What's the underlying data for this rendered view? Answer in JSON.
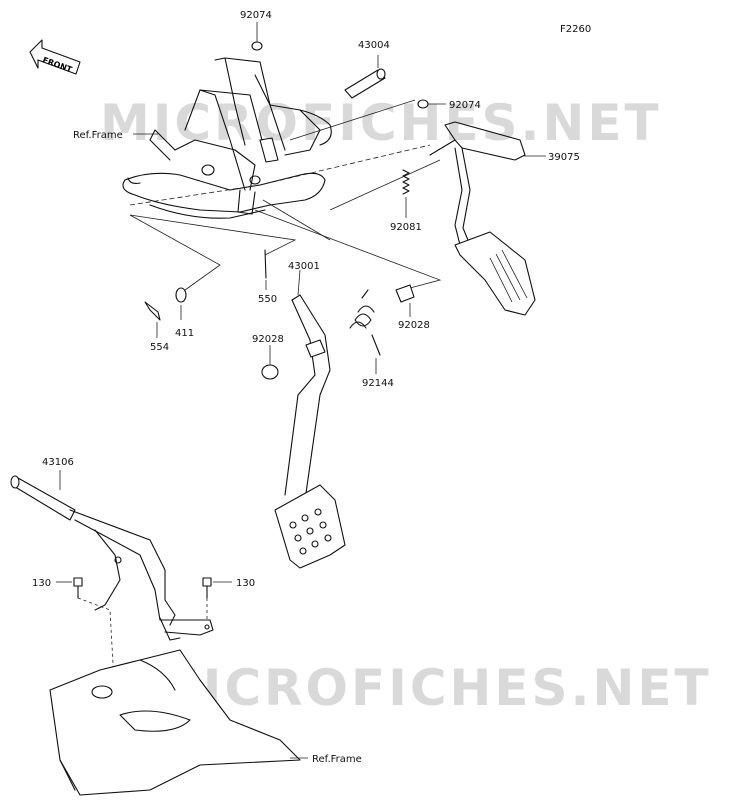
{
  "figure_code": "F2260",
  "orientation": "FRONT",
  "watermarks": [
    "MICROFICHES.NET",
    "MICROFICHES.NET"
  ],
  "callouts": [
    {
      "id": "92074a",
      "label": "92074"
    },
    {
      "id": "43004",
      "label": "43004"
    },
    {
      "id": "92074b",
      "label": "92074"
    },
    {
      "id": "ref-frame-top",
      "label": "Ref.Frame"
    },
    {
      "id": "39075",
      "label": "39075"
    },
    {
      "id": "92081",
      "label": "92081"
    },
    {
      "id": "550",
      "label": "550"
    },
    {
      "id": "43001",
      "label": "43001"
    },
    {
      "id": "411",
      "label": "411"
    },
    {
      "id": "554",
      "label": "554"
    },
    {
      "id": "92028a",
      "label": "92028"
    },
    {
      "id": "92028b",
      "label": "92028"
    },
    {
      "id": "92144",
      "label": "92144"
    },
    {
      "id": "43106",
      "label": "43106"
    },
    {
      "id": "130a",
      "label": "130"
    },
    {
      "id": "130b",
      "label": "130"
    },
    {
      "id": "ref-frame-bottom",
      "label": "Ref.Frame"
    }
  ]
}
